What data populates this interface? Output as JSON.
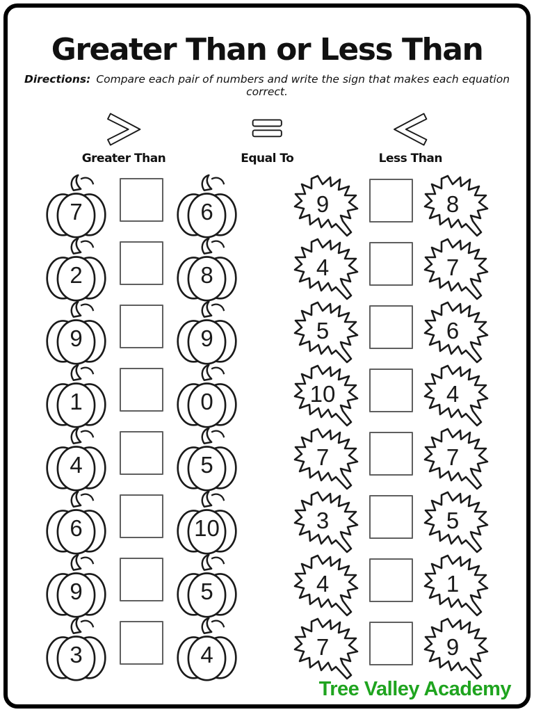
{
  "header": {
    "title": "Greater Than or Less Than",
    "directions_label": "Directions:",
    "directions_text": "Compare each pair of numbers and write the sign that makes each equation correct."
  },
  "legend": {
    "items": [
      {
        "symbol": ">",
        "label": "Greater Than"
      },
      {
        "symbol": "=",
        "label": "Equal To"
      },
      {
        "symbol": "<",
        "label": "Less Than"
      }
    ]
  },
  "worksheet": {
    "pumpkin_rows": [
      {
        "left": "7",
        "right": "6"
      },
      {
        "left": "2",
        "right": "8"
      },
      {
        "left": "9",
        "right": "9"
      },
      {
        "left": "1",
        "right": "0"
      },
      {
        "left": "4",
        "right": "5"
      },
      {
        "left": "6",
        "right": "10"
      },
      {
        "left": "9",
        "right": "5"
      },
      {
        "left": "3",
        "right": "4"
      }
    ],
    "leaf_rows": [
      {
        "left": "9",
        "right": "8"
      },
      {
        "left": "4",
        "right": "7"
      },
      {
        "left": "5",
        "right": "6"
      },
      {
        "left": "10",
        "right": "4"
      },
      {
        "left": "7",
        "right": "7"
      },
      {
        "left": "3",
        "right": "5"
      },
      {
        "left": "4",
        "right": "1"
      },
      {
        "left": "7",
        "right": "9"
      }
    ]
  },
  "footer": {
    "brand": "Tree Valley Academy",
    "color": "#1fa41f"
  },
  "colors": {
    "ink": "#1a1a1a",
    "box_border": "#5f5f5f",
    "page_border": "#000000"
  }
}
